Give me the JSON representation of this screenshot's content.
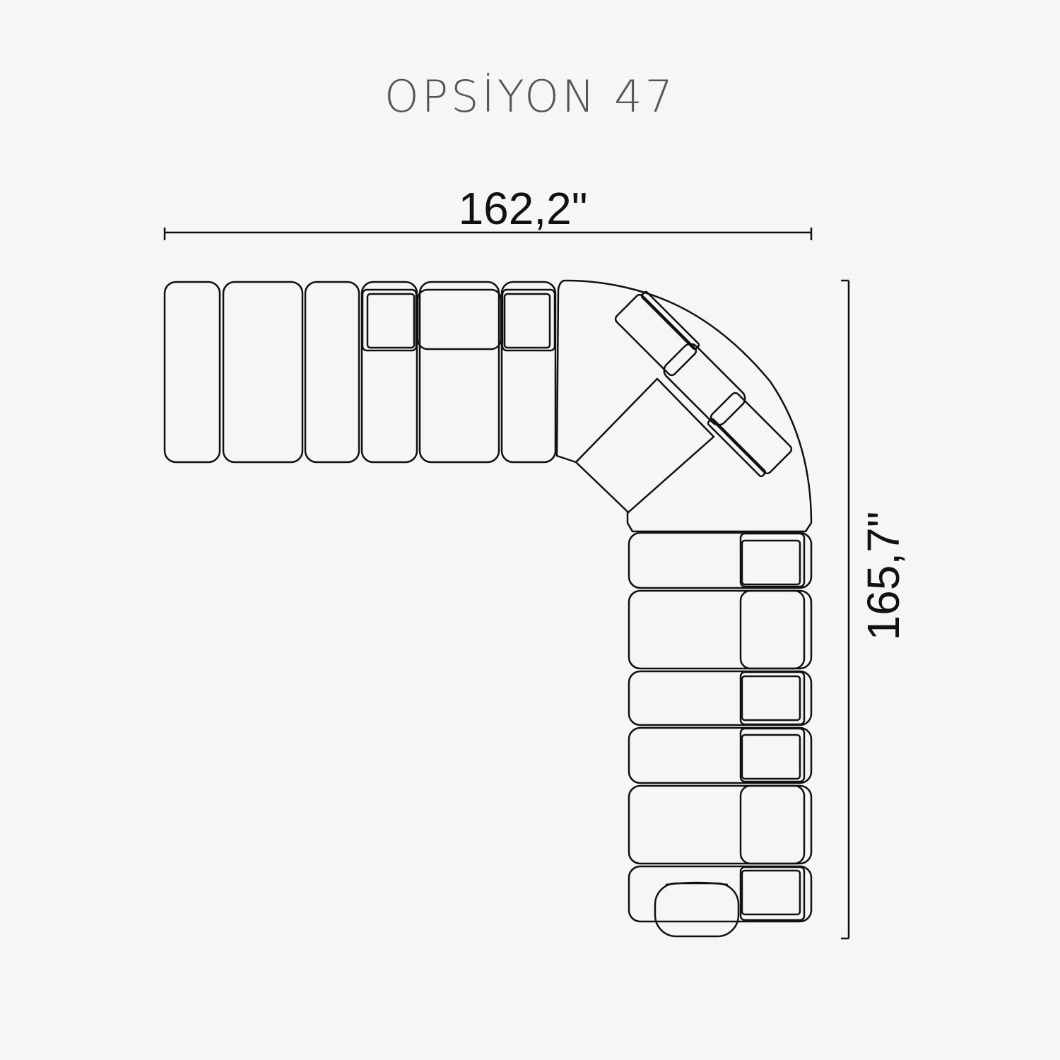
{
  "title": "OPSİYON 47",
  "dimensions": {
    "width_label": "162,2\"",
    "height_label": "165,7\""
  },
  "colors": {
    "background": "#f6f6f6",
    "line": "#111111",
    "title": "#555555"
  }
}
